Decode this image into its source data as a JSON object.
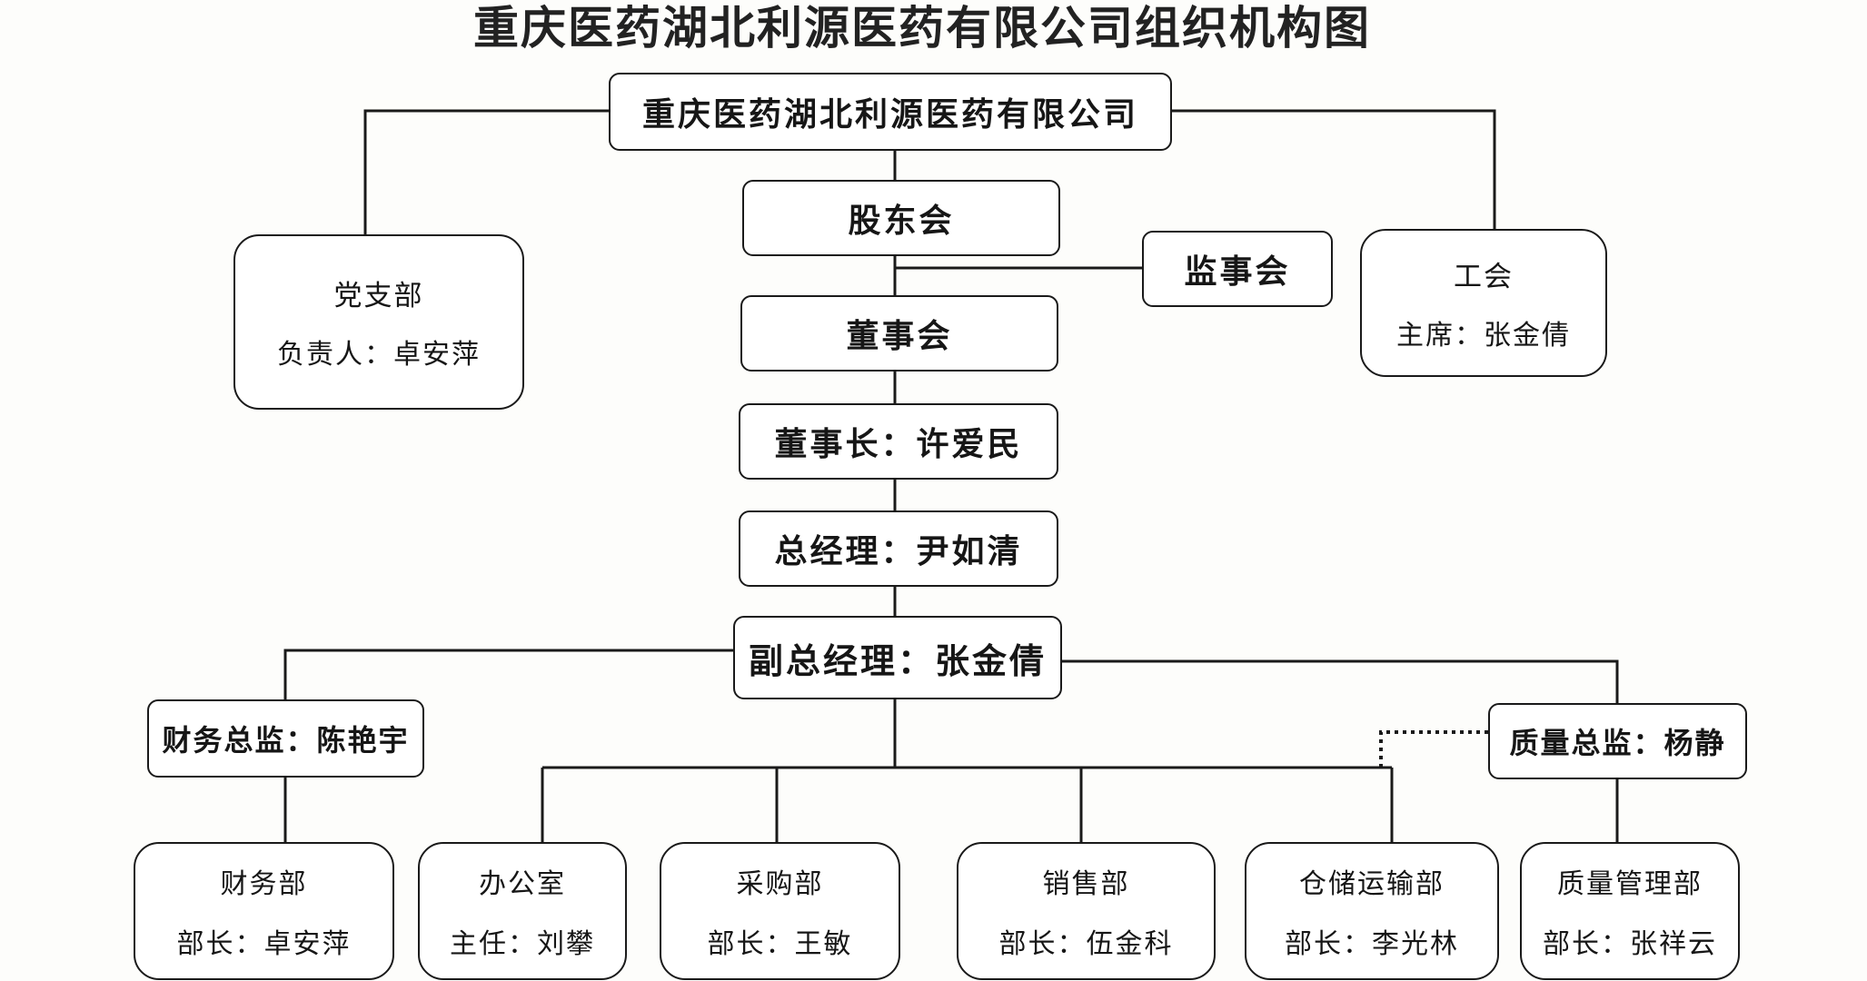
{
  "diagram": {
    "title": "重庆医药湖北利源医药有限公司组织机构图",
    "nodes": {
      "company": {
        "name": "重庆医药湖北利源医药有限公司"
      },
      "shareholders": {
        "name": "股东会"
      },
      "supervisors": {
        "name": "监事会"
      },
      "board": {
        "name": "董事会"
      },
      "chairman": {
        "label": "董事长：许爱民"
      },
      "gm": {
        "label": "总经理：尹如清"
      },
      "deputy_gm": {
        "label": "副总经理：张金倩"
      },
      "party": {
        "name": "党支部",
        "head": "负责人：卓安萍"
      },
      "union": {
        "name": "工会",
        "head": "主席：张金倩"
      },
      "cfo": {
        "label": "财务总监：陈艳宇"
      },
      "qd": {
        "label": "质量总监：杨静"
      },
      "finance": {
        "name": "财务部",
        "head": "部长：卓安萍"
      },
      "office": {
        "name": "办公室",
        "head": "主任：刘攀"
      },
      "purchase": {
        "name": "采购部",
        "head": "部长：王敏"
      },
      "sales": {
        "name": "销售部",
        "head": "部长：伍金科"
      },
      "logistics": {
        "name": "仓储运输部",
        "head": "部长：李光林"
      },
      "quality": {
        "name": "质量管理部",
        "head": "部长：张祥云"
      }
    },
    "edges": [
      {
        "from": "company",
        "to": "party",
        "style": "solid"
      },
      {
        "from": "company",
        "to": "union",
        "style": "solid"
      },
      {
        "from": "company",
        "to": "shareholders",
        "style": "solid"
      },
      {
        "from": "shareholders",
        "to": "supervisors",
        "style": "solid"
      },
      {
        "from": "shareholders",
        "to": "board",
        "style": "solid"
      },
      {
        "from": "board",
        "to": "chairman",
        "style": "solid"
      },
      {
        "from": "chairman",
        "to": "gm",
        "style": "solid"
      },
      {
        "from": "gm",
        "to": "deputy_gm",
        "style": "solid"
      },
      {
        "from": "deputy_gm",
        "to": "cfo",
        "style": "solid"
      },
      {
        "from": "deputy_gm",
        "to": "qd",
        "style": "solid"
      },
      {
        "from": "deputy_gm",
        "to": "office",
        "style": "solid"
      },
      {
        "from": "deputy_gm",
        "to": "purchase",
        "style": "solid"
      },
      {
        "from": "deputy_gm",
        "to": "sales",
        "style": "solid"
      },
      {
        "from": "deputy_gm",
        "to": "logistics",
        "style": "solid"
      },
      {
        "from": "cfo",
        "to": "finance",
        "style": "solid"
      },
      {
        "from": "qd",
        "to": "quality",
        "style": "solid"
      },
      {
        "from": "qd",
        "to": "logistics",
        "style": "dotted"
      }
    ]
  }
}
